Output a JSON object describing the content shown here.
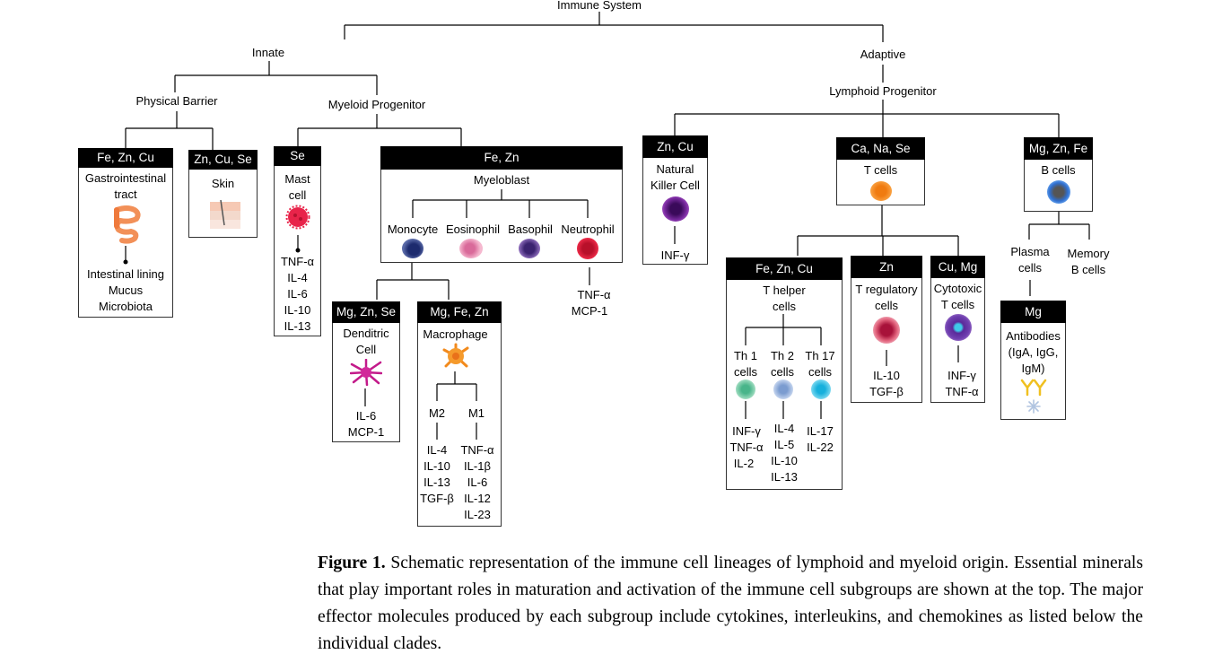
{
  "root": "Immune System",
  "innate": {
    "label": "Innate",
    "physical_barrier": {
      "label": "Physical Barrier",
      "gi": {
        "minerals": "Fe, Zn, Cu",
        "name_line1": "Gastrointestinal",
        "name_line2": "tract",
        "effects": [
          "Intestinal lining",
          "Mucus",
          "Microbiota"
        ]
      },
      "skin": {
        "minerals": "Zn, Cu, Se",
        "name": "Skin"
      }
    },
    "myeloid": {
      "label": "Myeloid Progenitor",
      "mast": {
        "minerals": "Se",
        "name_line1": "Mast",
        "name_line2": "cell",
        "effects": [
          "TNF-α",
          "IL-4",
          "IL-6",
          "IL-10",
          "IL-13"
        ]
      },
      "myeloblast": {
        "minerals": "Fe, Zn",
        "label": "Myeloblast",
        "cells": [
          "Monocyte",
          "Eosinophil",
          "Basophil",
          "Neutrophil"
        ],
        "neutrophil_effects": [
          "TNF-α",
          "MCP-1"
        ]
      },
      "dendritic": {
        "minerals": "Mg, Zn, Se",
        "name_line1": "Denditric",
        "name_line2": "Cell",
        "effects": [
          "IL-6",
          "MCP-1"
        ]
      },
      "macrophage": {
        "minerals": "Mg, Fe, Zn",
        "name": "Macrophage",
        "m2": {
          "label": "M2",
          "effects": [
            "IL-4",
            "IL-10",
            "IL-13",
            "TGF-β"
          ]
        },
        "m1": {
          "label": "M1",
          "effects": [
            "TNF-α",
            "IL-1β",
            "IL-6",
            "IL-12",
            "IL-23"
          ]
        }
      }
    }
  },
  "adaptive": {
    "label": "Adaptive",
    "lymphoid": {
      "label": "Lymphoid Progenitor",
      "nk": {
        "minerals": "Zn, Cu",
        "name_line1": "Natural",
        "name_line2": "Killer Cell",
        "effects": [
          "INF-γ"
        ]
      },
      "tcells": {
        "minerals": "Ca, Na, Se",
        "name": "T cells"
      },
      "bcells": {
        "minerals": "Mg, Zn, Fe",
        "name": "B cells"
      },
      "thelper": {
        "minerals": "Fe, Zn, Cu",
        "name_line1": "T helper",
        "name_line2": "cells",
        "th1": {
          "line1": "Th 1",
          "line2": "cells",
          "effects": [
            "INF-γ",
            "TNF-α",
            "IL-2"
          ]
        },
        "th2": {
          "line1": "Th 2",
          "line2": "cells",
          "effects": [
            "IL-4",
            "IL-5",
            "IL-10",
            "IL-13"
          ]
        },
        "th17": {
          "line1": "Th 17",
          "line2": "cells",
          "effects": [
            "IL-17",
            "IL-22"
          ]
        }
      },
      "treg": {
        "minerals": "Zn",
        "name_line1": "T regulatory",
        "name_line2": "cells",
        "effects": [
          "IL-10",
          "TGF-β"
        ]
      },
      "cytotoxic": {
        "minerals": "Cu, Mg",
        "name_line1": "Cytotoxic",
        "name_line2": "T cells",
        "effects": [
          "INF-γ",
          "TNF-α"
        ]
      },
      "plasma": {
        "line1": "Plasma",
        "line2": "cells"
      },
      "memory": {
        "line1": "Memory",
        "line2": "B cells"
      },
      "antibodies": {
        "minerals": "Mg",
        "line1": "Antibodies",
        "line2": "(IgA, IgG,",
        "line3": "IgM)"
      }
    }
  },
  "caption": {
    "label": "Figure 1.",
    "text": " Schematic representation of the immune cell lineages of lymphoid and myeloid origin. Essential minerals that play important roles in maturation and activation of the immune cell subgroups are shown at the top. The major effector molecules produced by each subgroup include cytokines, interleukins, and chemokines as listed below the individual clades."
  }
}
